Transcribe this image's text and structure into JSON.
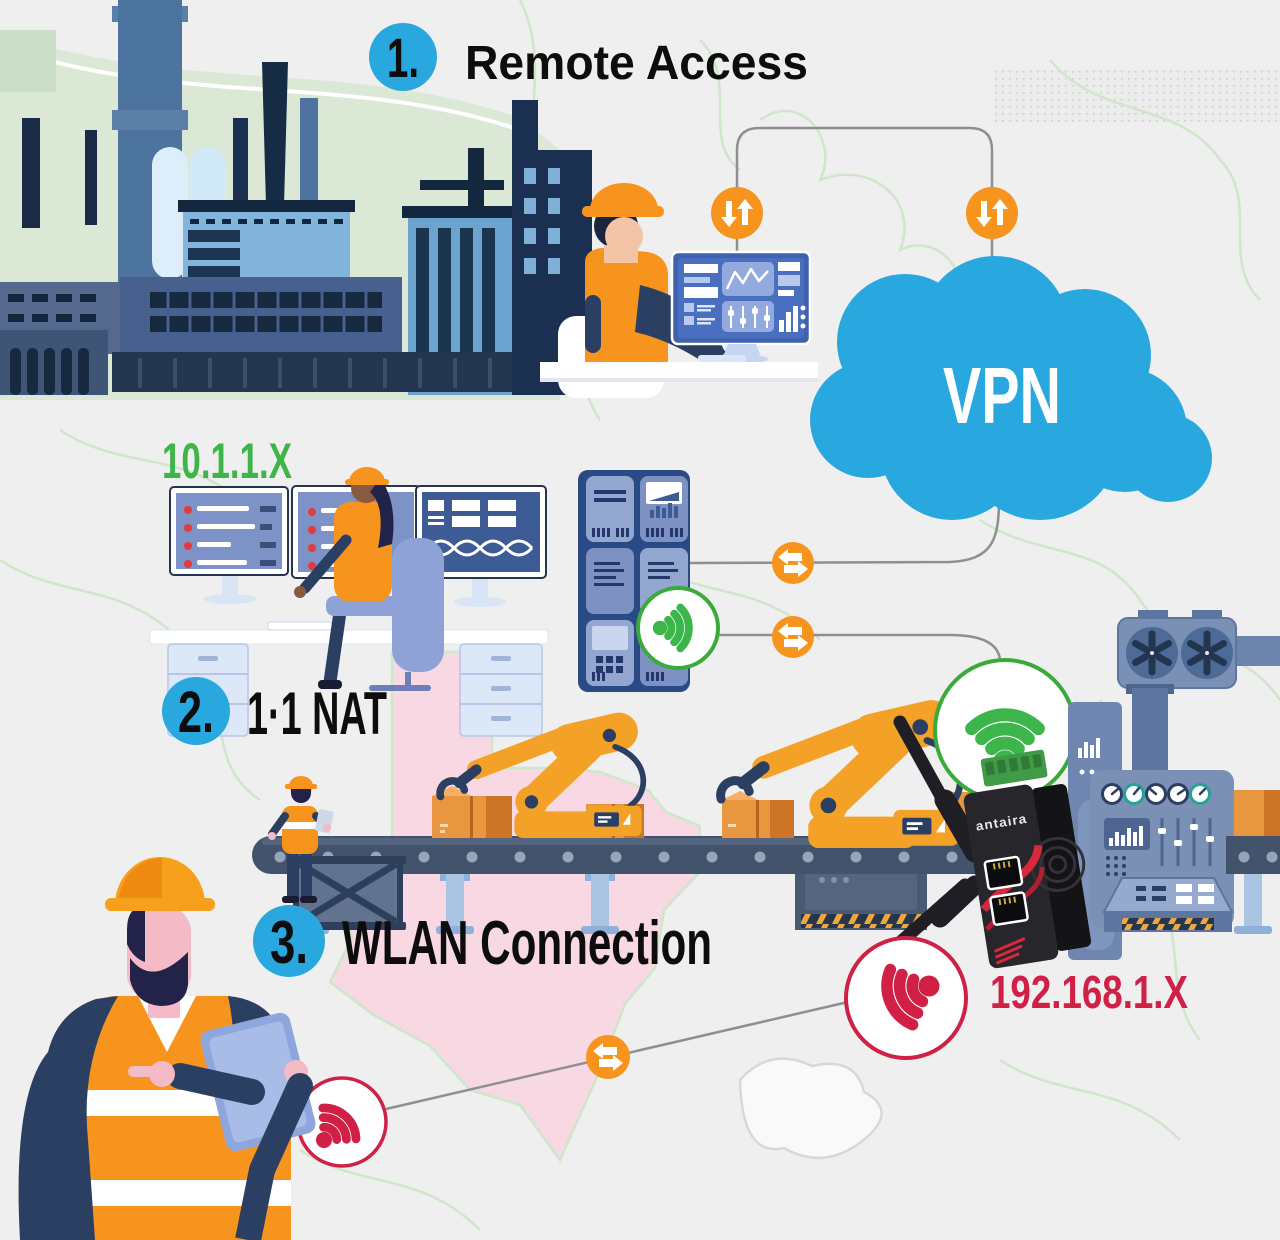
{
  "infographic": {
    "sections": [
      {
        "number": "1.",
        "label": "Remote Access"
      },
      {
        "number": "2.",
        "label": "1·1 NAT"
      },
      {
        "number": "3.",
        "label": "WLAN Connection"
      }
    ],
    "cloud_label": "VPN",
    "plant_subnet": "10.1.1.X",
    "wlan_subnet": "192.168.1.X",
    "router_brand": "antaira"
  },
  "colors": {
    "accent_blue": "#29A8E0",
    "wifi_green": "#3CB54A",
    "wifi_crimson": "#D02045",
    "connector_orange": "#F7941E",
    "title_black": "#0D0D0D",
    "map_line_green": "#CFE6CB",
    "texas_pink": "#F8D8E2"
  },
  "icons": {
    "cloud": "cloud-icon",
    "wifi": "wifi-icon",
    "updown": "updown-arrows-icon",
    "swap": "swap-arrows-icon"
  }
}
